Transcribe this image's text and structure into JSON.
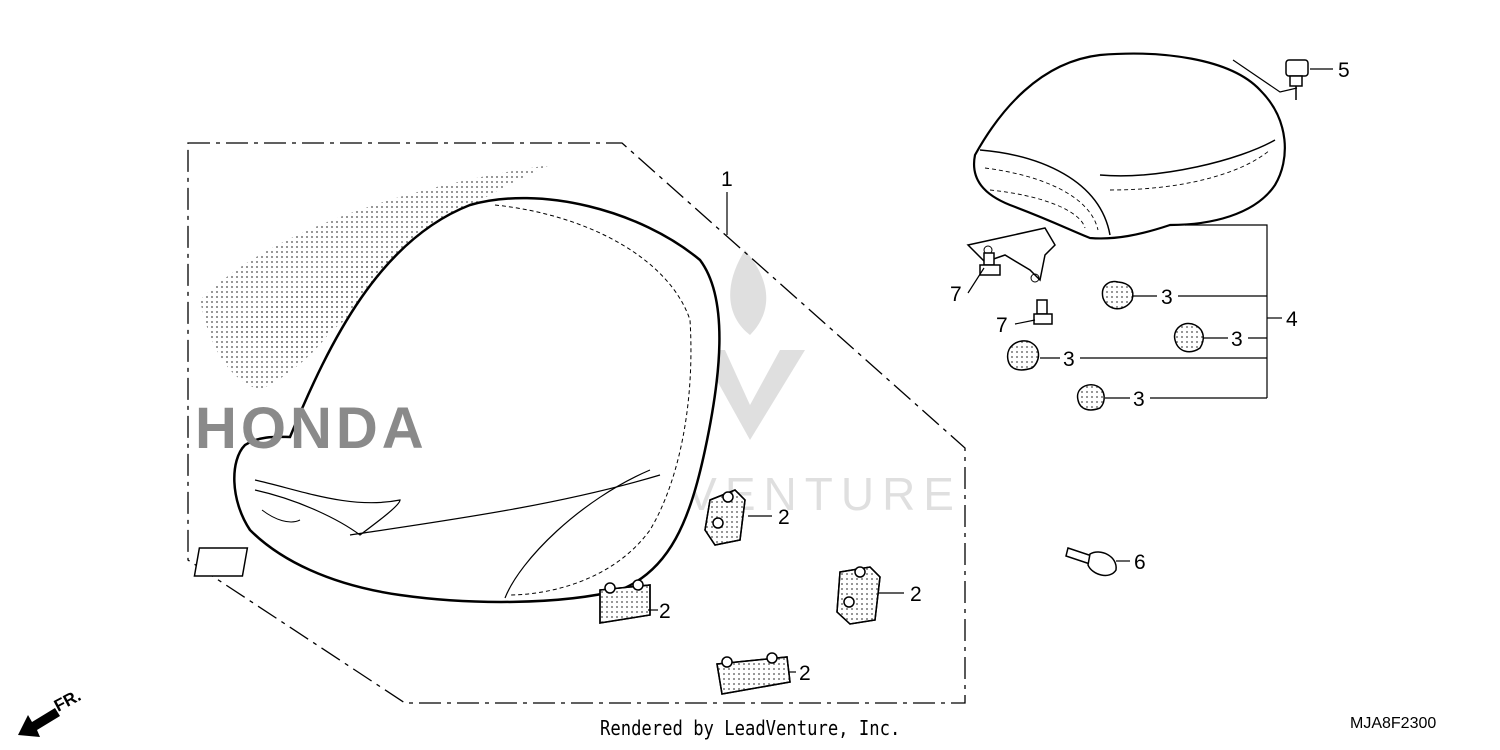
{
  "diagram": {
    "code": "MJA8F2300",
    "credit": "Rendered by LeadVenture, Inc.",
    "direction_label": "FR.",
    "watermark": "LEADVENTURE",
    "logo_text": "HONDA",
    "callouts": [
      {
        "id": "1",
        "label": "1"
      },
      {
        "id": "2a",
        "label": "2"
      },
      {
        "id": "2b",
        "label": "2"
      },
      {
        "id": "2c",
        "label": "2"
      },
      {
        "id": "2d",
        "label": "2"
      },
      {
        "id": "3a",
        "label": "3"
      },
      {
        "id": "3b",
        "label": "3"
      },
      {
        "id": "3c",
        "label": "3"
      },
      {
        "id": "3d",
        "label": "3"
      },
      {
        "id": "4",
        "label": "4"
      },
      {
        "id": "5",
        "label": "5"
      },
      {
        "id": "6",
        "label": "6"
      },
      {
        "id": "7a",
        "label": "7"
      },
      {
        "id": "7b",
        "label": "7"
      }
    ]
  }
}
